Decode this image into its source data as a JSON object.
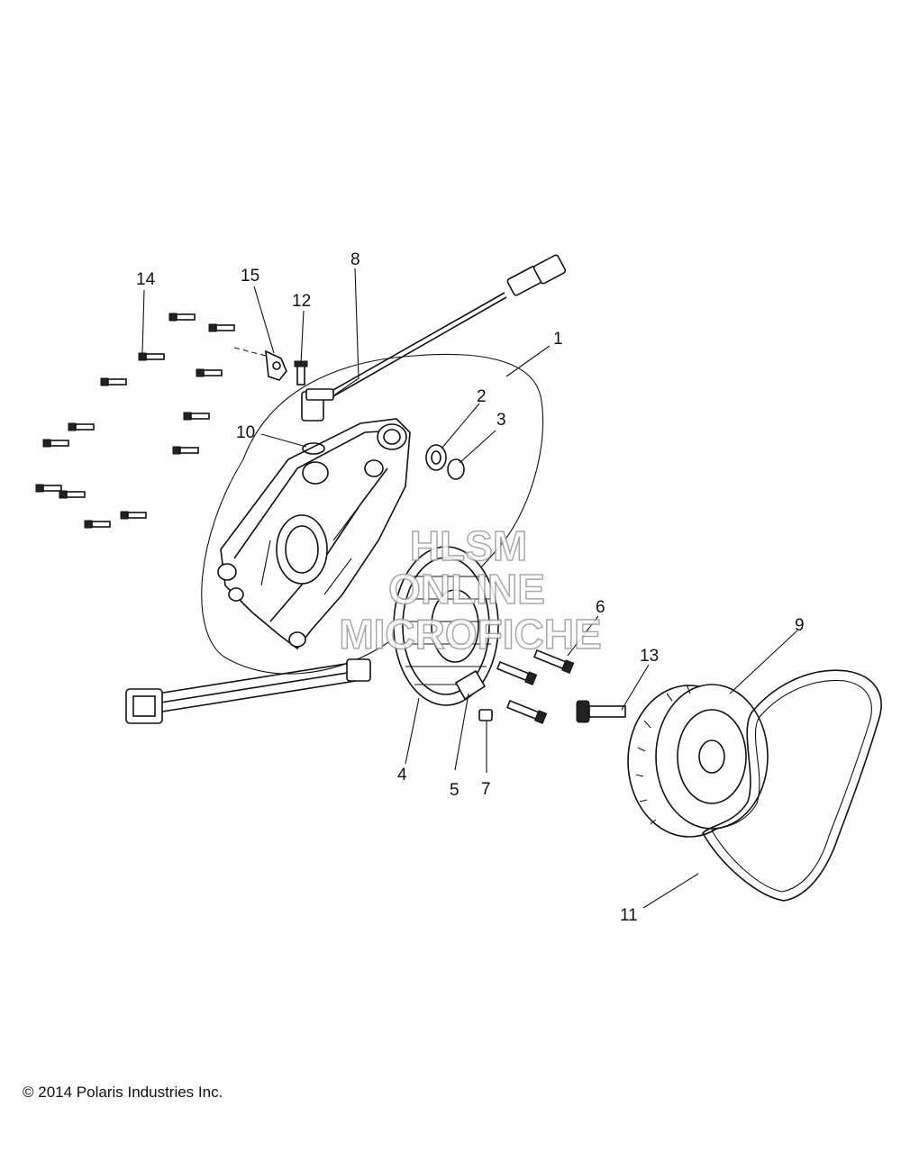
{
  "diagram": {
    "callouts": {
      "c1": "1",
      "c2": "2",
      "c3": "3",
      "c4": "4",
      "c5": "5",
      "c6": "6",
      "c7": "7",
      "c8": "8",
      "c9": "9",
      "c10": "10",
      "c11": "11",
      "c12": "12",
      "c13": "13",
      "c14": "14",
      "c15": "15"
    },
    "watermark": {
      "line1": "HLSM",
      "line2": "ONLINE",
      "line3": "MICROFICHE"
    }
  },
  "footer": {
    "copyright": "© 2014 Polaris Industries Inc."
  }
}
